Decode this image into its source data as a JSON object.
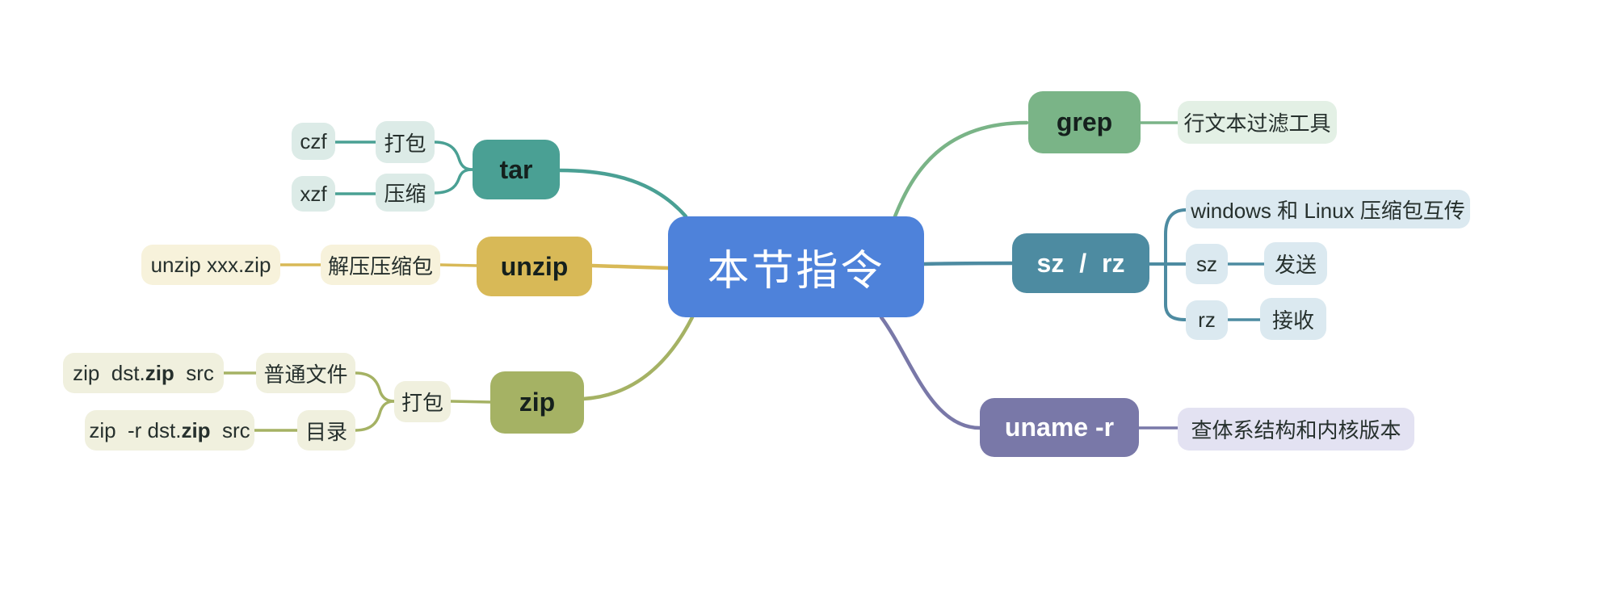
{
  "center": {
    "label": "本节指令",
    "fill": "#4e82da",
    "text_color": "#ffffff"
  },
  "branches": {
    "tar": {
      "label": "tar",
      "accent": "#4aa094",
      "tint": "#dcebe7",
      "pack": {
        "label": "打包",
        "flag": "czf"
      },
      "compress": {
        "label": "压缩",
        "flag": "xzf"
      }
    },
    "unzip": {
      "label": "unzip",
      "accent": "#d8b957",
      "tint": "#f7f2db",
      "desc": "解压压缩包",
      "cmd": "unzip xxx.zip"
    },
    "zip": {
      "label": "zip",
      "accent": "#a5b264",
      "tint": "#f0f0de",
      "pack": "打包",
      "file": {
        "label": "普通文件",
        "cmd_pre": "zip  dst.",
        "cmd_bold": "zip",
        "cmd_post": "  src"
      },
      "dir": {
        "label": "目录",
        "cmd_pre": "zip  -r dst.",
        "cmd_bold": "zip",
        "cmd_post": "  src"
      }
    },
    "grep": {
      "label": "grep",
      "accent": "#7ab487",
      "tint": "#e3f0e5",
      "desc": "行文本过滤工具"
    },
    "szrz": {
      "label": "sz / rz",
      "accent": "#4d8ba1",
      "tint": "#dbe9f0",
      "desc": "windows 和 Linux 压缩包互传",
      "send": {
        "label": "sz",
        "desc": "发送"
      },
      "receive": {
        "label": "rz",
        "desc": "接收"
      }
    },
    "uname": {
      "label": "uname -r",
      "accent": "#7978a8",
      "tint": "#e3e2f2",
      "desc": "查体系结构和内核版本"
    }
  }
}
